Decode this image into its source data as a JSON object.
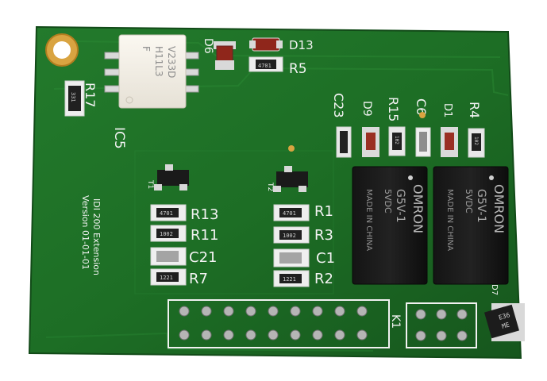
{
  "photo": {
    "board_text": {
      "version_line1": "IDI 200 Extension",
      "version_line2": "Version 01-01-01"
    },
    "optocoupler": {
      "logo": "F",
      "line1": "H11L3",
      "line2": "V233D"
    },
    "labels": {
      "ic5": "IC5",
      "r17": "R17",
      "d6": "D6",
      "d13": "D13",
      "r5": "R5",
      "c23": "C23",
      "d9": "D9",
      "r15": "R15",
      "c6": "C6",
      "d1": "D1",
      "r4": "R4",
      "t1": "T1",
      "t2": "T2",
      "r13": "R13",
      "r11": "R11",
      "c21": "C21",
      "r7": "R7",
      "r1": "R1",
      "r3": "R3",
      "c1": "C1",
      "r2": "R2",
      "k1": "K1",
      "d7": "D7"
    },
    "resistor_codes": {
      "r17": "331",
      "r5": "4701",
      "r15": "102",
      "r4": "102",
      "r13": "4701",
      "r11": "1002",
      "r7": "1221",
      "r1": "4701",
      "r3": "1002",
      "r2": "1221"
    },
    "relay_left": {
      "brand": "OMRON",
      "line1": "5VDC",
      "line2": "G5V-1",
      "line3": "MADE IN CHINA"
    },
    "relay_right": {
      "brand": "OMRON",
      "line1": "5VDC",
      "line2": "G5V-1",
      "line3": "MADE IN CHINA"
    },
    "diode_d7": {
      "line1": "E36",
      "line2": "ME"
    }
  }
}
